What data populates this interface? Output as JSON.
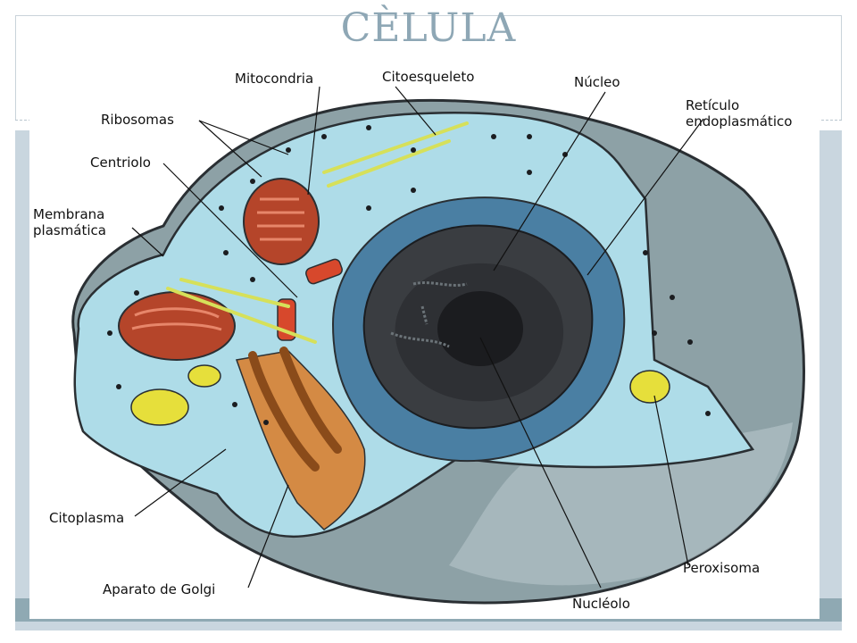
{
  "slide": {
    "title": "CÈLULA"
  },
  "diagram": {
    "labels": {
      "mitocondria": "Mitocondria",
      "citoesqueleto": "Citoesqueleto",
      "nucleo": "Núcleo",
      "reticulo_1": "Retículo",
      "reticulo_2": "endoplasmático",
      "ribosomas": "Ribosomas",
      "centriolo": "Centriolo",
      "membrana_1": "Membrana",
      "membrana_2": "plasmática",
      "citoplasma": "Citoplasma",
      "golgi": "Aparato de Golgi",
      "nucleolo": "Nucléolo",
      "peroxisoma": "Peroxisoma"
    },
    "colors": {
      "cytoplasm": "#aedce8",
      "cell_shell": "#8da1a6",
      "nucleus": "#3a3d41",
      "er": "#4a7fa3",
      "mitochondria": "#b5452a",
      "golgi": "#d48a44",
      "peroxisome": "#e6df3b",
      "cytoskeleton": "#d6e05a"
    }
  }
}
